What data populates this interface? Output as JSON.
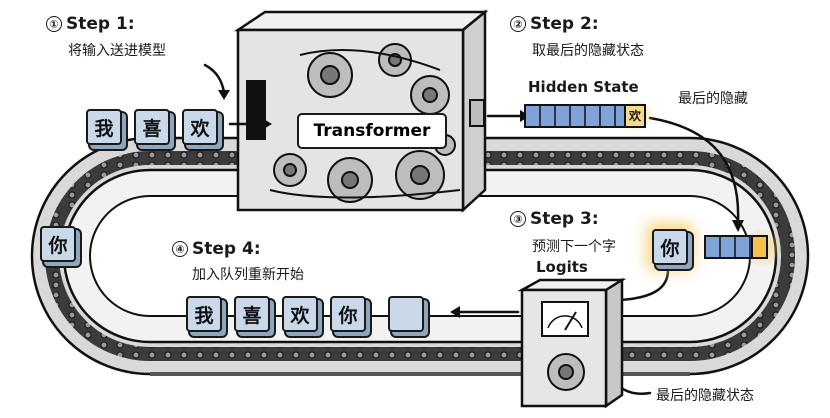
{
  "step1": {
    "number": "①",
    "title": "Step 1:",
    "desc": "将输入送进模型"
  },
  "step2": {
    "number": "②",
    "title": "Step 2:",
    "desc": "取最后的隐藏状态"
  },
  "step3": {
    "number": "③",
    "title": "Step 3:",
    "desc": "预测下一个字"
  },
  "step4": {
    "number": "④",
    "title": "Step 4:",
    "desc": "加入队列重新开始"
  },
  "transformer_label": "Transformer",
  "hidden_state": {
    "title": "Hidden State",
    "last_token": "欢",
    "callout": "最后的隐藏"
  },
  "logits": {
    "title": "Logits",
    "callout": "最后的隐藏状态"
  },
  "input_tokens": [
    "我",
    "喜",
    "欢"
  ],
  "belt_left_token": "你",
  "predicted_token": "你",
  "queue_tokens": [
    "我",
    "喜",
    "欢",
    "你",
    ""
  ],
  "colors": {
    "tile": "#c9d9ea",
    "glow": "#f5c85a",
    "vector_blue": "#7fa3d6",
    "belt": "#3a3a3a",
    "box": "#e8e8e8"
  }
}
